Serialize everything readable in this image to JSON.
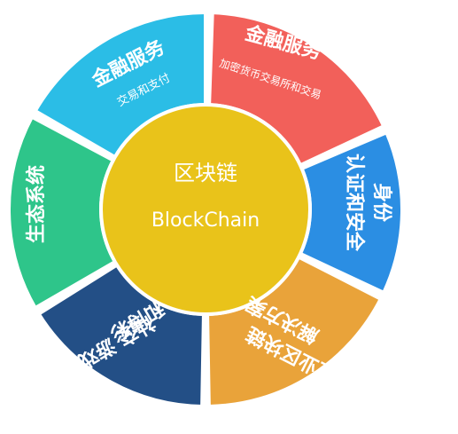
{
  "center": {
    "title_cn": "区块链",
    "title_en": "BlockChain",
    "color": "#e9c31a"
  },
  "segments": [
    {
      "id": "finance-payment",
      "color": "#2bbde6",
      "title": "金融服务",
      "subtitle": "交易和支付"
    },
    {
      "id": "finance-crypto",
      "color": "#f2605a",
      "title": "金融服务",
      "subtitle": "加密货币交易所和交易"
    },
    {
      "id": "identity",
      "color": "#2b8ee3",
      "title": "身份",
      "subtitle": "认证和安全"
    },
    {
      "id": "enterprise",
      "color": "#e9a33a",
      "title": "企业区块链",
      "subtitle": "解决方案"
    },
    {
      "id": "social-gaming",
      "color": "#234f86",
      "title": "社交 游戏",
      "subtitle": "和博彩"
    },
    {
      "id": "ecosystem",
      "color": "#2ec58a",
      "title": "生态系统",
      "subtitle": ""
    }
  ]
}
